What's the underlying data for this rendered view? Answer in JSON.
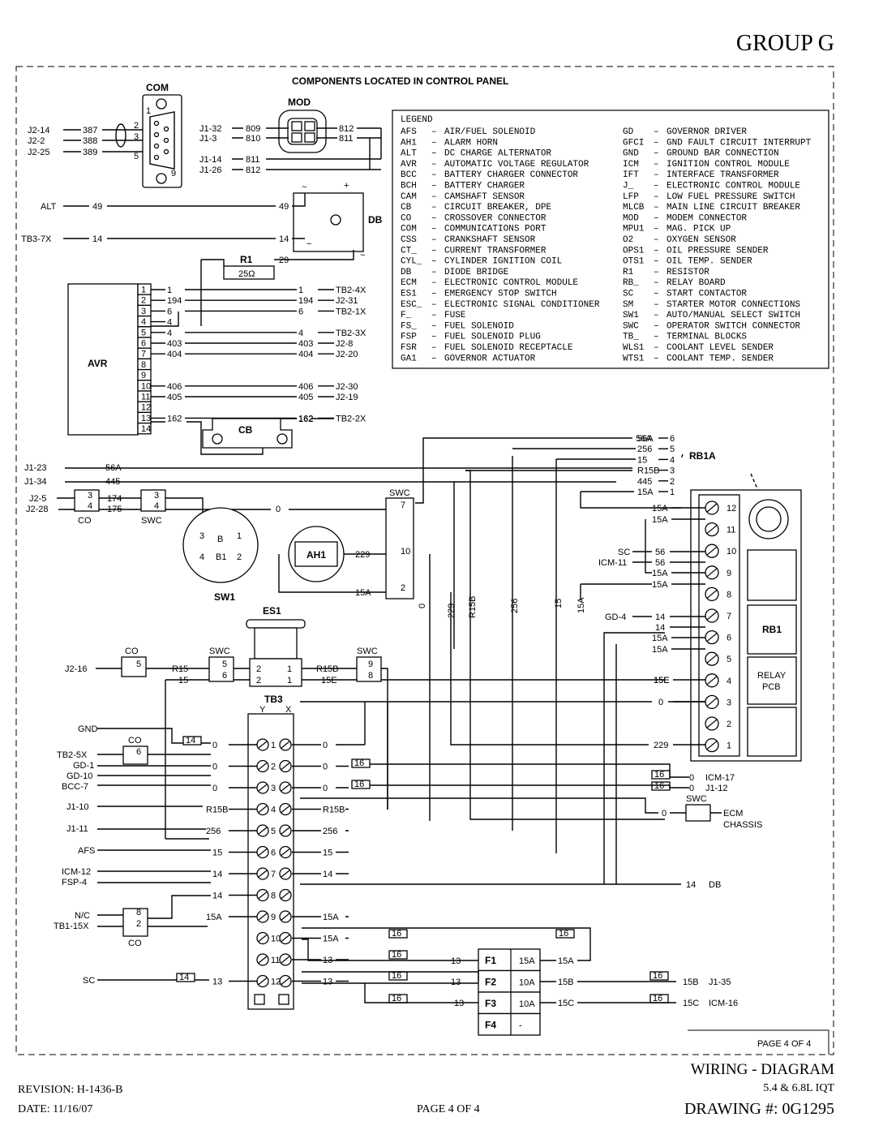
{
  "header": {
    "group": "GROUP G",
    "panel_title": "COMPONENTS LOCATED IN CONTROL PANEL"
  },
  "footer": {
    "revision": "REVISION: H-1436-B",
    "date": "DATE: 11/16/07",
    "page": "PAGE 4 OF 4",
    "title": "WIRING - DIAGRAM",
    "model": "5.4 & 6.8L IQT",
    "drawing": "DRAWING #: 0G1295",
    "page_box": "PAGE 4 OF 4"
  },
  "legend": {
    "title": "LEGEND",
    "left": [
      [
        "AFS",
        "AIR/FUEL SOLENOID"
      ],
      [
        "AH1",
        "ALARM HORN"
      ],
      [
        "ALT",
        "DC CHARGE ALTERNATOR"
      ],
      [
        "AVR",
        "AUTOMATIC VOLTAGE REGULATOR"
      ],
      [
        "BCC",
        "BATTERY CHARGER CONNECTOR"
      ],
      [
        "BCH",
        "BATTERY CHARGER"
      ],
      [
        "CAM",
        "CAMSHAFT SENSOR"
      ],
      [
        "CB",
        "CIRCUIT BREAKER, DPE"
      ],
      [
        "CO",
        "CROSSOVER CONNECTOR"
      ],
      [
        "COM",
        "COMMUNICATIONS PORT"
      ],
      [
        "CSS",
        "CRANKSHAFT SENSOR"
      ],
      [
        "CT_",
        "CURRENT TRANSFORMER"
      ],
      [
        "CYL_",
        "CYLINDER IGNITION COIL"
      ],
      [
        "DB",
        "DIODE BRIDGE"
      ],
      [
        "ECM",
        "ELECTRONIC CONTROL MODULE"
      ],
      [
        "ES1",
        "EMERGENCY STOP SWITCH"
      ],
      [
        "ESC_",
        "ELECTRONIC SIGNAL CONDITIONER"
      ],
      [
        "F_",
        "FUSE"
      ],
      [
        "FS_",
        "FUEL SOLENOID"
      ],
      [
        "FSP",
        "FUEL SOLENOID PLUG"
      ],
      [
        "FSR",
        "FUEL SOLENOID RECEPTACLE"
      ],
      [
        "GA1",
        "GOVERNOR ACTUATOR"
      ]
    ],
    "right": [
      [
        "GD",
        "GOVERNOR DRIVER"
      ],
      [
        "GFCI",
        "GND FAULT CIRCUIT INTERRUPT"
      ],
      [
        "GND",
        "GROUND BAR CONNECTION"
      ],
      [
        "ICM",
        "IGNITION CONTROL MODULE"
      ],
      [
        "IFT",
        "INTERFACE TRANSFORMER"
      ],
      [
        "J_",
        "ELECTRONIC CONTROL MODULE"
      ],
      [
        "LFP",
        "LOW FUEL PRESSURE SWITCH"
      ],
      [
        "MLCB",
        "MAIN LINE CIRCUIT BREAKER"
      ],
      [
        "MOD",
        "MODEM CONNECTOR"
      ],
      [
        "MPU1",
        "MAG. PICK UP"
      ],
      [
        "O2",
        "OXYGEN SENSOR"
      ],
      [
        "OPS1",
        "OIL PRESSURE SENDER"
      ],
      [
        "OTS1",
        "OIL TEMP. SENDER"
      ],
      [
        "R1",
        "RESISTOR"
      ],
      [
        "RB_",
        "RELAY BOARD"
      ],
      [
        "SC",
        "START CONTACTOR"
      ],
      [
        "SM",
        "STARTER MOTOR CONNECTIONS"
      ],
      [
        "SW1",
        "AUTO/MANUAL SELECT SWITCH"
      ],
      [
        "SWC",
        "OPERATOR SWITCH CONNECTOR"
      ],
      [
        "TB_",
        "TERMINAL BLOCKS"
      ],
      [
        "WLS1",
        "COOLANT LEVEL SENDER"
      ],
      [
        "WTS1",
        "COOLANT TEMP. SENDER"
      ]
    ]
  },
  "components": {
    "com": "COM",
    "mod": "MOD",
    "db": "DB",
    "r1": "R1",
    "r1_value": "25Ω",
    "avr": "AVR",
    "cb": "CB",
    "rb1a": "RB1A",
    "rb1": "RB1",
    "relay_pcb": [
      "RELAY",
      "PCB"
    ],
    "sw1": "SW1",
    "ah1": "AH1",
    "es1": "ES1",
    "tb3": "TB3",
    "co": "CO",
    "swc": "SWC",
    "fuses": [
      {
        "id": "F1",
        "rating": "15A"
      },
      {
        "id": "F2",
        "rating": "10A"
      },
      {
        "id": "F3",
        "rating": "10A"
      },
      {
        "id": "F4",
        "rating": "-"
      }
    ]
  },
  "com_wires": [
    [
      "J2-14",
      "387",
      "2"
    ],
    [
      "J2-2",
      "388",
      "3"
    ],
    [
      "J2-25",
      "389",
      "5"
    ]
  ],
  "mod_wires": [
    [
      "J1-32",
      "809",
      "812"
    ],
    [
      "J1-3",
      "810",
      "811"
    ],
    [
      "J1-14",
      "811",
      ""
    ],
    [
      "J1-26",
      "812",
      ""
    ]
  ],
  "alt_wires": [
    [
      "ALT",
      "49"
    ],
    [
      "TB3-7X",
      "14"
    ]
  ],
  "avr_wires": [
    {
      "pin": "1",
      "wire": "1",
      "dest": "TB2-4X"
    },
    {
      "pin": "2",
      "wire": "194",
      "dest": "J2-31"
    },
    {
      "pin": "3",
      "wire": "6",
      "dest": "TB2-1X"
    },
    {
      "pin": "4",
      "wire": "4",
      "dest": ""
    },
    {
      "pin": "5",
      "wire": "4",
      "dest": "TB2-3X"
    },
    {
      "pin": "6",
      "wire": "403",
      "dest": "J2-8"
    },
    {
      "pin": "7",
      "wire": "404",
      "dest": "J2-20"
    },
    {
      "pin": "8",
      "wire": "",
      "dest": ""
    },
    {
      "pin": "9",
      "wire": "",
      "dest": ""
    },
    {
      "pin": "10",
      "wire": "406",
      "dest": "J2-30"
    },
    {
      "pin": "11",
      "wire": "405",
      "dest": "J2-19"
    },
    {
      "pin": "12",
      "wire": "",
      "dest": ""
    },
    {
      "pin": "13",
      "wire": "162",
      "dest": "TB2-2X"
    },
    {
      "pin": "14",
      "wire": "",
      "dest": ""
    }
  ],
  "rb1a_pins": [
    [
      "56A",
      "6"
    ],
    [
      "256",
      "5"
    ],
    [
      "15",
      "4"
    ],
    [
      "R15B",
      "3"
    ],
    [
      "445",
      "2"
    ],
    [
      "15A",
      "1"
    ]
  ],
  "rb1_terms": [
    "12",
    "11",
    "10",
    "9",
    "8",
    "7",
    "6",
    "5",
    "4",
    "3",
    "2",
    "1"
  ],
  "rb1_wires": [
    [
      "15A",
      "12"
    ],
    [
      "15A",
      ""
    ],
    [
      "SC",
      "56"
    ],
    [
      "ICM-11",
      "56"
    ],
    [
      "15A",
      ""
    ],
    [
      "15A",
      ""
    ],
    [
      "GD-4",
      "14"
    ],
    [
      "14",
      ""
    ],
    [
      "15A",
      ""
    ],
    [
      "15A",
      ""
    ],
    [
      "15E",
      ""
    ],
    [
      "0",
      ""
    ],
    [
      "229",
      ""
    ]
  ],
  "tb3": {
    "cols": [
      "Y",
      "X"
    ],
    "left_labels": [
      "GND",
      "TB2-5X",
      "GD-1",
      "GD-10",
      "BCC-7",
      "J1-10",
      "J1-11",
      "AFS",
      "ICM-12",
      "FSP-4",
      "N/C",
      "TB1-15X",
      "SC"
    ],
    "rows": [
      {
        "n": "1",
        "l": "0",
        "r": "0"
      },
      {
        "n": "2",
        "l": "0",
        "r": "0"
      },
      {
        "n": "3",
        "l": "0",
        "r": "0"
      },
      {
        "n": "4",
        "l": "R15B",
        "r": "R15B"
      },
      {
        "n": "5",
        "l": "256",
        "r": "256"
      },
      {
        "n": "6",
        "l": "15",
        "r": "15"
      },
      {
        "n": "7",
        "l": "14",
        "r": "14"
      },
      {
        "n": "8",
        "l": "14",
        "r": ""
      },
      {
        "n": "9",
        "l": "15A",
        "r": "15A"
      },
      {
        "n": "10",
        "l": "",
        "r": "15A"
      },
      {
        "n": "11",
        "l": "",
        "r": "13"
      },
      {
        "n": "12",
        "l": "13",
        "r": "13"
      }
    ]
  },
  "right_dest": [
    "ICM-17",
    "J1-12",
    "ECM CHASSIS",
    "DB",
    "J1-35",
    "ICM-16"
  ],
  "misc_labels": [
    "J1-23",
    "J1-34",
    "J2-5",
    "J2-28",
    "J2-16",
    "56A",
    "445",
    "174",
    "175",
    "0",
    "229",
    "15A",
    "R15",
    "15",
    "R15B",
    "15E",
    "16",
    "14",
    "15B",
    "15C",
    "13"
  ]
}
